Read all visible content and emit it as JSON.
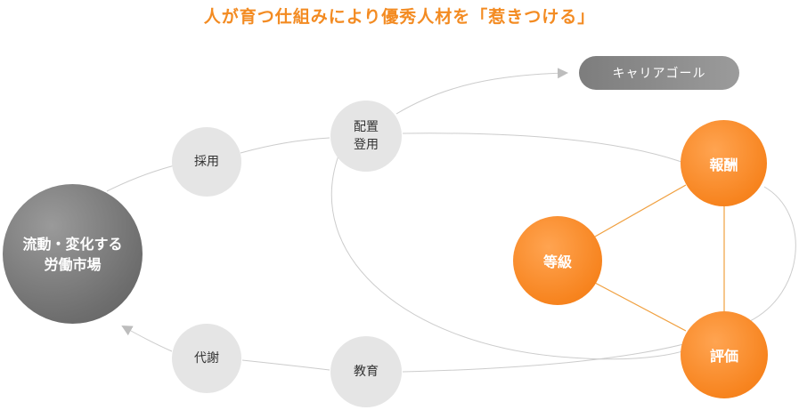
{
  "title": "人が育つ仕組みにより優秀人材を「惹きつける」",
  "career_goal": "キャリアゴール",
  "market": {
    "line1": "流動・変化する",
    "line2": "労働市場"
  },
  "cycle": {
    "recruit": "採用",
    "placement": {
      "line1": "配置",
      "line2": "登用"
    },
    "education": "教育",
    "turnover": "代謝"
  },
  "hr_system": {
    "compensation": "報酬",
    "grade": "等級",
    "evaluation": "評価"
  },
  "colors": {
    "accent": "#f38b22",
    "line": "#c8c8c8",
    "orange_line": "#f0a040"
  }
}
